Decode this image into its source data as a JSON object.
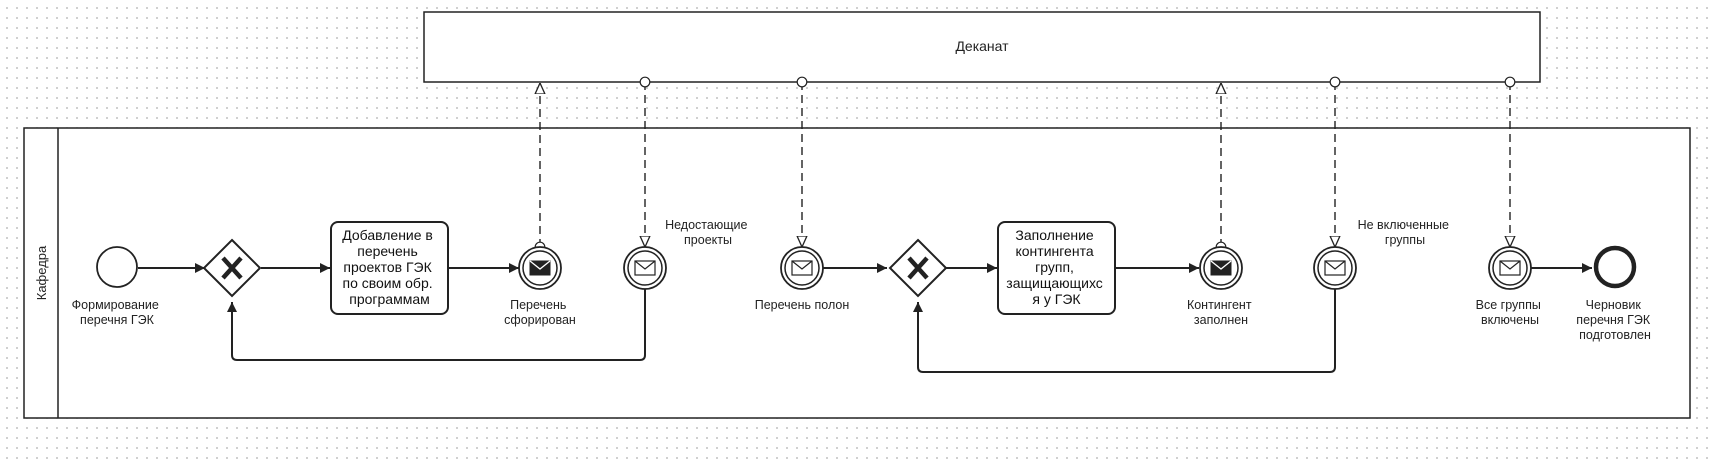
{
  "pools": {
    "top": {
      "name": "Деканат"
    },
    "main": {
      "name": "Кафедра"
    }
  },
  "events": {
    "start": {
      "label": [
        "Формирование",
        "перечня ГЭК"
      ]
    },
    "send1": {
      "label": [
        "Перечень",
        "сфорирован"
      ]
    },
    "catch1": {
      "label": [
        "Недостающие",
        "проекты"
      ]
    },
    "catch2": {
      "label": [
        "Перечень полон"
      ]
    },
    "send2": {
      "label": [
        "Контингент",
        "заполнен"
      ]
    },
    "catch3": {
      "label": [
        "Не включенные",
        "группы"
      ]
    },
    "catch4": {
      "label": [
        "Все группы",
        "включены"
      ]
    },
    "end": {
      "label": [
        "Черновик",
        "перечня ГЭК",
        "подготовлен"
      ]
    }
  },
  "tasks": {
    "task1": {
      "label": [
        "Добавление в",
        "перечень",
        "проектов ГЭК",
        "по своим обр.",
        "программам"
      ]
    },
    "task2": {
      "label": [
        "Заполнение",
        "контингента",
        "групп,",
        "защищающихс",
        "я у ГЭК"
      ]
    }
  },
  "gateways": {
    "gw1": {
      "type": "exclusive"
    },
    "gw2": {
      "type": "exclusive"
    }
  },
  "icons": {
    "message": "envelope-icon",
    "gateway": "x-marker-icon"
  }
}
